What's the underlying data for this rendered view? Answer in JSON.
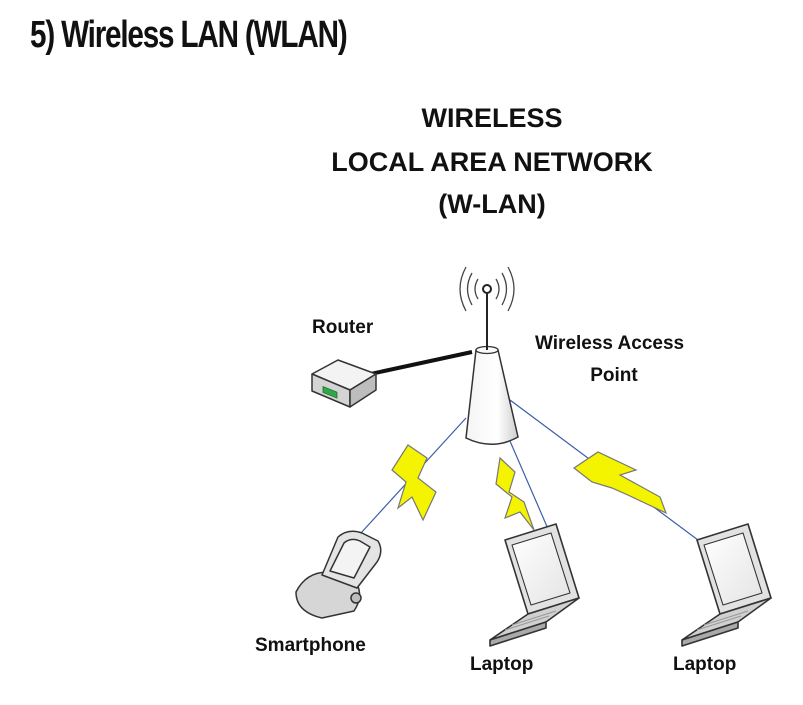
{
  "page": {
    "heading": "5) Wireless LAN (WLAN)"
  },
  "diagram": {
    "title_lines": [
      "WIRELESS",
      "LOCAL AREA NETWORK",
      "(W-LAN)"
    ],
    "labels": {
      "router": "Router",
      "access_point_line1": "Wireless Access",
      "access_point_line2": "Point",
      "smartphone": "Smartphone",
      "laptop_1": "Laptop",
      "laptop_2": "Laptop"
    },
    "colors": {
      "bolt_fill": "#f4f400",
      "bolt_stroke": "#777777",
      "link_line": "#3a5fa8",
      "device_fill": "#e6e6e6",
      "router_led": "#2fa84a"
    }
  }
}
